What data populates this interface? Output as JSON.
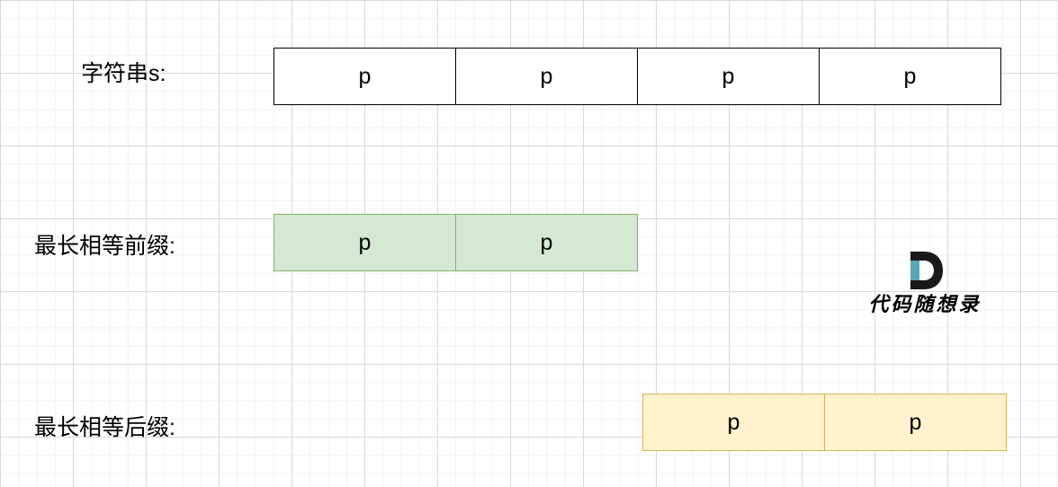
{
  "labels": {
    "string": "字符串s:",
    "prefix": "最长相等前缀:",
    "suffix": "最长相等后缀:"
  },
  "string_cells": [
    "p",
    "p",
    "p",
    "p"
  ],
  "prefix_cells": [
    "p",
    "p"
  ],
  "suffix_cells": [
    "p",
    "p"
  ],
  "logo": {
    "icon": "letter-d-logo-icon",
    "text": "代码随想录",
    "accent_color": "#5aa6b5"
  },
  "colors": {
    "prefix_fill": "#d5e8d4",
    "prefix_stroke": "#82b366",
    "suffix_fill": "#fff2cc",
    "suffix_stroke": "#d6b656"
  }
}
